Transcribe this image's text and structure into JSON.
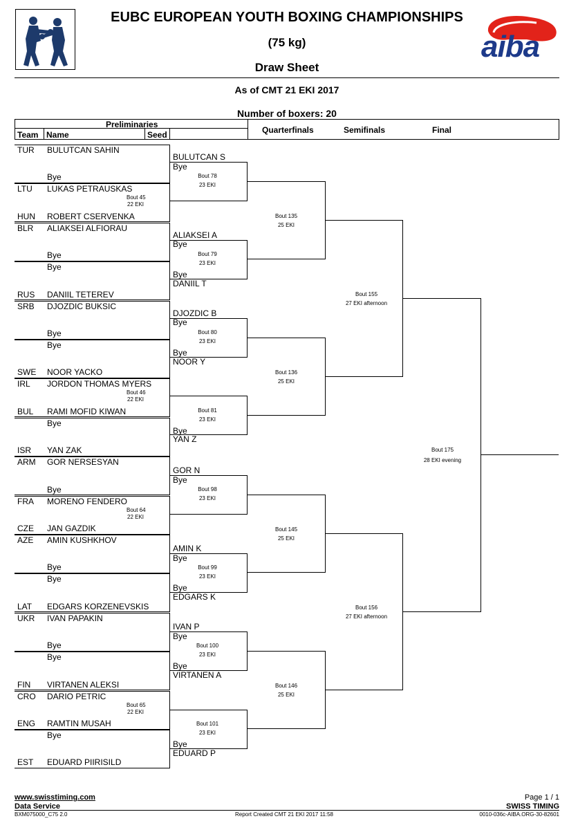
{
  "header": {
    "title": "EUBC EUROPEAN YOUTH BOXING CHAMPIONSHIPS",
    "weight": "(75 kg)",
    "sheet": "Draw Sheet",
    "as_of": "As of CMT 21 EKI 2017",
    "boxer_count": "Number of boxers: 20",
    "aiba_logo_text": "aiba"
  },
  "columns": {
    "preliminaries": "Preliminaries",
    "team": "Team",
    "name": "Name",
    "seed": "Seed",
    "quarterfinals": "Quarterfinals",
    "semifinals": "Semifinals",
    "final": "Final"
  },
  "entries": [
    {
      "team": "TUR",
      "name": "BULUTCAN SAHIN"
    },
    {
      "team": "",
      "name": "Bye"
    },
    {
      "team": "LTU",
      "name": "LUKAS PETRAUSKAS"
    },
    {
      "team": "HUN",
      "name": "ROBERT CSERVENKA"
    },
    {
      "team": "BLR",
      "name": "ALIAKSEI ALFIORAU"
    },
    {
      "team": "",
      "name": "Bye"
    },
    {
      "team": "",
      "name": "Bye"
    },
    {
      "team": "RUS",
      "name": "DANIIL TETEREV"
    },
    {
      "team": "SRB",
      "name": "DJOZDIC BUKSIC"
    },
    {
      "team": "",
      "name": "Bye"
    },
    {
      "team": "",
      "name": "Bye"
    },
    {
      "team": "SWE",
      "name": "NOOR YACKO"
    },
    {
      "team": "IRL",
      "name": "JORDON THOMAS MYERS"
    },
    {
      "team": "BUL",
      "name": "RAMI MOFID KIWAN"
    },
    {
      "team": "",
      "name": "Bye"
    },
    {
      "team": "ISR",
      "name": "YAN ZAK"
    },
    {
      "team": "ARM",
      "name": "GOR NERSESYAN"
    },
    {
      "team": "",
      "name": "Bye"
    },
    {
      "team": "FRA",
      "name": "MORENO FENDERO"
    },
    {
      "team": "CZE",
      "name": "JAN GAZDIK"
    },
    {
      "team": "AZE",
      "name": "AMIN KUSHKHOV"
    },
    {
      "team": "",
      "name": "Bye"
    },
    {
      "team": "",
      "name": "Bye"
    },
    {
      "team": "LAT",
      "name": "EDGARS KORZENEVSKIS"
    },
    {
      "team": "UKR",
      "name": "IVAN PAPAKIN"
    },
    {
      "team": "",
      "name": "Bye"
    },
    {
      "team": "",
      "name": "Bye"
    },
    {
      "team": "FIN",
      "name": "VIRTANEN ALEKSI"
    },
    {
      "team": "CRO",
      "name": "DARIO PETRIC"
    },
    {
      "team": "ENG",
      "name": "RAMTIN MUSAH"
    },
    {
      "team": "",
      "name": "Bye"
    },
    {
      "team": "EST",
      "name": "EDUARD PIIRISILD"
    }
  ],
  "prelim_bouts": [
    {
      "bout": "Bout  45",
      "date": "22 EKI"
    },
    {
      "bout": "Bout  46",
      "date": "22 EKI"
    },
    {
      "bout": "Bout  64",
      "date": "22 EKI"
    },
    {
      "bout": "Bout  65",
      "date": "22 EKI"
    }
  ],
  "round2": [
    {
      "top": "BULUTCAN S",
      "bottom": "Bye",
      "bout": "Bout  78",
      "date": "23 EKI"
    },
    {
      "top": "ALIAKSEI A",
      "bottom": "Bye",
      "bout": "Bout  79",
      "date": "23 EKI"
    },
    {
      "top": "Bye",
      "bottom": "DANIIL T",
      "bout": "",
      "date": ""
    },
    {
      "top": "DJOZDIC B",
      "bottom": "Bye",
      "bout": "Bout  80",
      "date": "23 EKI"
    },
    {
      "top": "Bye",
      "bottom": "NOOR Y",
      "bout": "",
      "date": ""
    },
    {
      "top": "",
      "bottom": "",
      "bout": "Bout  81",
      "date": "23 EKI"
    },
    {
      "top": "Bye",
      "bottom": "YAN Z",
      "bout": "",
      "date": ""
    },
    {
      "top": "GOR N",
      "bottom": "Bye",
      "bout": "Bout  98",
      "date": "23 EKI"
    },
    {
      "top": "AMIN K",
      "bottom": "Bye",
      "bout": "Bout  99",
      "date": "23 EKI"
    },
    {
      "top": "Bye",
      "bottom": "EDGARS K",
      "bout": "",
      "date": ""
    },
    {
      "top": "IVAN P",
      "bottom": "Bye",
      "bout": "Bout  100",
      "date": "23 EKI"
    },
    {
      "top": "Bye",
      "bottom": "VIRTANEN A",
      "bout": "",
      "date": ""
    },
    {
      "top": "",
      "bottom": "",
      "bout": "Bout  101",
      "date": "23 EKI"
    },
    {
      "top": "Bye",
      "bottom": "EDUARD P",
      "bout": "",
      "date": ""
    }
  ],
  "quarterfinals": [
    {
      "bout": "Bout  135",
      "date": "25 EKI"
    },
    {
      "bout": "Bout  136",
      "date": "25 EKI"
    },
    {
      "bout": "Bout  145",
      "date": "25 EKI"
    },
    {
      "bout": "Bout  146",
      "date": "25 EKI"
    }
  ],
  "semifinals": [
    {
      "bout": "Bout  155",
      "date": "27 EKI afternoon"
    },
    {
      "bout": "Bout  156",
      "date": "27 EKI afternoon"
    }
  ],
  "final": {
    "bout": "Bout  175",
    "date": "28 EKI evening"
  },
  "footer": {
    "website": "www.swisstiming.com",
    "service": "Data Service",
    "code": "BXM075000_C75 2.0",
    "report": "Report Created  CMT 21 EKI 2017 11:58",
    "page": "Page 1 / 1",
    "brand": "SWISS TIMING",
    "ref": "0010-036c-AIBA.ORG-30-82601"
  }
}
